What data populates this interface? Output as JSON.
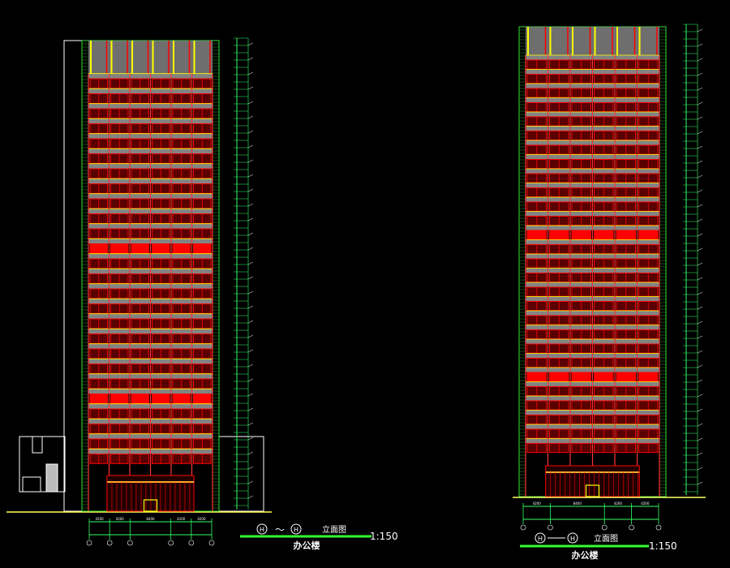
{
  "drawing": {
    "background": "#000000",
    "colors": {
      "outline": "#ffffff",
      "grid_green": "#33dd33",
      "glass_red": "#ff0000",
      "band_gray": "#9a9a9a",
      "band_yellow": "#ffff00",
      "column_line": "#ff3333",
      "dim_line": "#33ff66"
    },
    "left_elevation": {
      "axis_start": "H",
      "axis_end": "H",
      "range_symbol": "～",
      "view_label": "立面图",
      "scale": "1:150",
      "building_name": "办公楼",
      "bay_dims": [
        "4200",
        "4200",
        "8400",
        "4200",
        "4200"
      ]
    },
    "right_elevation": {
      "axis_start": "H",
      "axis_end": "H",
      "view_label": "立面图",
      "scale": "1:150",
      "building_name": "办公楼",
      "bay_dims": [
        "4200",
        "8400",
        "4200",
        "4200"
      ]
    }
  }
}
